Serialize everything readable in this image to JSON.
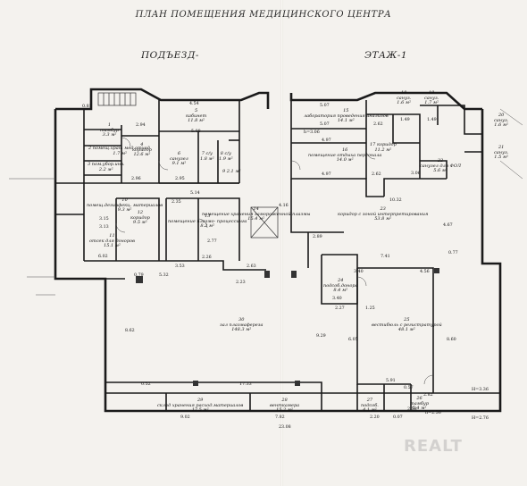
{
  "header": {
    "title": "ПЛАН ПОМЕЩЕНИЯ МЕДИЦИНСКОГО ЦЕНТРА",
    "entrance": "ПОДЪЕЗД-",
    "floor": "ЭТАЖ-1"
  },
  "watermark": "REALT",
  "rooms": {
    "r1": {
      "name": "1",
      "text": "тамбур",
      "area": "3.3 м²"
    },
    "r2": {
      "name": "2",
      "text": "помещ.хран. мед.отход.",
      "area": "1.7 м²"
    },
    "r3": {
      "name": "3",
      "text": "пом.убор.инв.",
      "area": "2.2 м²"
    },
    "r4": {
      "name": "4",
      "text": "коридор",
      "area": "12.6 м²"
    },
    "r5": {
      "name": "5",
      "text": "кабинет",
      "area": "11.8 м²"
    },
    "r6": {
      "name": "6",
      "text": "санузел",
      "area": "9.1 м²"
    },
    "r7": {
      "name": "7",
      "text": "с/у",
      "area": "1.8 м²"
    },
    "r8": {
      "name": "8",
      "text": "с/у",
      "area": "1.9 м²"
    },
    "r9": {
      "name": "9",
      "text": "",
      "area": "2.1 м²"
    },
    "r10": {
      "name": "10",
      "text": "помещ.дезинфекц. материалов",
      "area": "9.3 м²"
    },
    "r11": {
      "name": "11",
      "text": "отсек для доноров",
      "area": "15.1 м²"
    },
    "r12": {
      "name": "12",
      "text": "коридор",
      "area": "9.5 м²"
    },
    "r13": {
      "name": "13",
      "text": "помещение плазмо- процессинга",
      "area": "8.2 м²"
    },
    "r14": {
      "name": "14",
      "text": "помещение хранения замороженной плазмы",
      "area": "15.4 м²"
    },
    "r15": {
      "name": "15",
      "text": "лаборатория проведения анализов",
      "area": "14.1 м²"
    },
    "r16": {
      "name": "16",
      "text": "помещение отдыха персонала",
      "area": "14.0 м²"
    },
    "r17": {
      "name": "17",
      "text": "коридор",
      "area": "11.2 м²"
    },
    "r18": {
      "name": "18",
      "text": "сануз.",
      "area": "1.6 м²"
    },
    "r19": {
      "name": "19",
      "text": "сануз.",
      "area": "1.7 м²"
    },
    "r20": {
      "name": "20",
      "text": "сануз.",
      "area": "1.6 м²"
    },
    "r21": {
      "name": "21",
      "text": "сануз.",
      "area": "1.5 м²"
    },
    "r22": {
      "name": "22",
      "text": "санузел для ФОЛ",
      "area": "5.6 м²"
    },
    "r23": {
      "name": "23",
      "text": "коридор с зоной интерпретирования",
      "area": "53.8 м²"
    },
    "r24": {
      "name": "24",
      "text": "подсоб.донора",
      "area": "8.4 м²"
    },
    "r25": {
      "name": "25",
      "text": "вестибюль с регистратурой",
      "area": "48.1 м²"
    },
    "r26": {
      "name": "26",
      "text": "тамбур",
      "area": "5.4 м²"
    },
    "r27": {
      "name": "27",
      "text": "подсоб.",
      "area": "4.1 м²"
    },
    "r28": {
      "name": "28",
      "text": "венткамера",
      "area": "15.2 м²"
    },
    "r29": {
      "name": "29",
      "text": "склад хранения расход.материалов",
      "area": "17.5 м²"
    },
    "r30": {
      "name": "30",
      "text": "зал плазмафереза",
      "area": "148.3 м²"
    }
  },
  "dims": {
    "d0": "0.81",
    "d1": "2.94",
    "d2": "4.54",
    "d3": "5.08",
    "d4": "5.07",
    "d5": "5.07",
    "d6": "2.62",
    "d7": "3.06",
    "d8": "4.97",
    "d9": "4.97",
    "d10": "2.62",
    "d11": "10.32",
    "d12": "5.14",
    "d13": "2.95",
    "d14": "2.96",
    "d15": "2.35",
    "d16": "2.77",
    "d17": "3.15",
    "d18": "3.13",
    "d19": "6.02",
    "d20": "2.26",
    "d21": "2.63",
    "d22": "2.23",
    "d23": "3.53",
    "d24": "5.32",
    "d25": "0.79",
    "d26": "2.89",
    "d27": "3.40",
    "d28": "7.41",
    "d29": "4.56",
    "d30": "0.77",
    "d31": "3.40",
    "d32": "2.27",
    "d33": "1.25",
    "d34": "17.33",
    "d35": "0.52",
    "d36": "9.02",
    "d37": "7.82",
    "d38": "2.20",
    "d39": "0.07",
    "d40": "5.91",
    "d41": "0.57",
    "d42": "2.82",
    "d43": "23.08",
    "d44": "8.62",
    "d45": "6.05",
    "d46": "8.60",
    "d47": "9.29",
    "d48": "4.16",
    "d49": "4.67",
    "d50": "h=3.06",
    "d51": "H=3.36",
    "d52": "H=2.76",
    "d53": "h=2.56",
    "d54": "1.49",
    "d55": "1.49",
    "d56": "2.58"
  }
}
